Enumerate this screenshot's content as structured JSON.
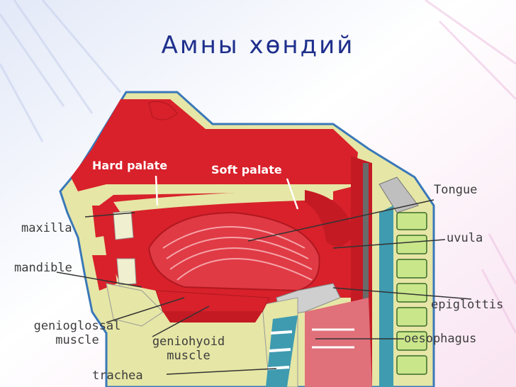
{
  "slide": {
    "title": "Амны хөндий"
  },
  "labels": {
    "hard_palate": "Hard palate",
    "soft_palate": "Soft palate",
    "tongue": "Tongue",
    "maxilla": "maxilla",
    "uvula": "uvula",
    "mandible": "mandible",
    "epiglottis": "epiglottis",
    "genioglossal": "genioglossal",
    "genioglossal_muscle": "muscle",
    "geniohyoid": "geniohyoid",
    "geniohyoid_muscle": "muscle",
    "oesophagus": "oesophagus",
    "trachea": "trachea"
  },
  "colors": {
    "title": "#1f2f8c",
    "tissue_red": "#d8212b",
    "bone_yellow": "#e6e6a6",
    "vertebra_green": "#c9e68a",
    "outline_blue": "#3a78b8",
    "background_wash": "#f2d6ec"
  }
}
